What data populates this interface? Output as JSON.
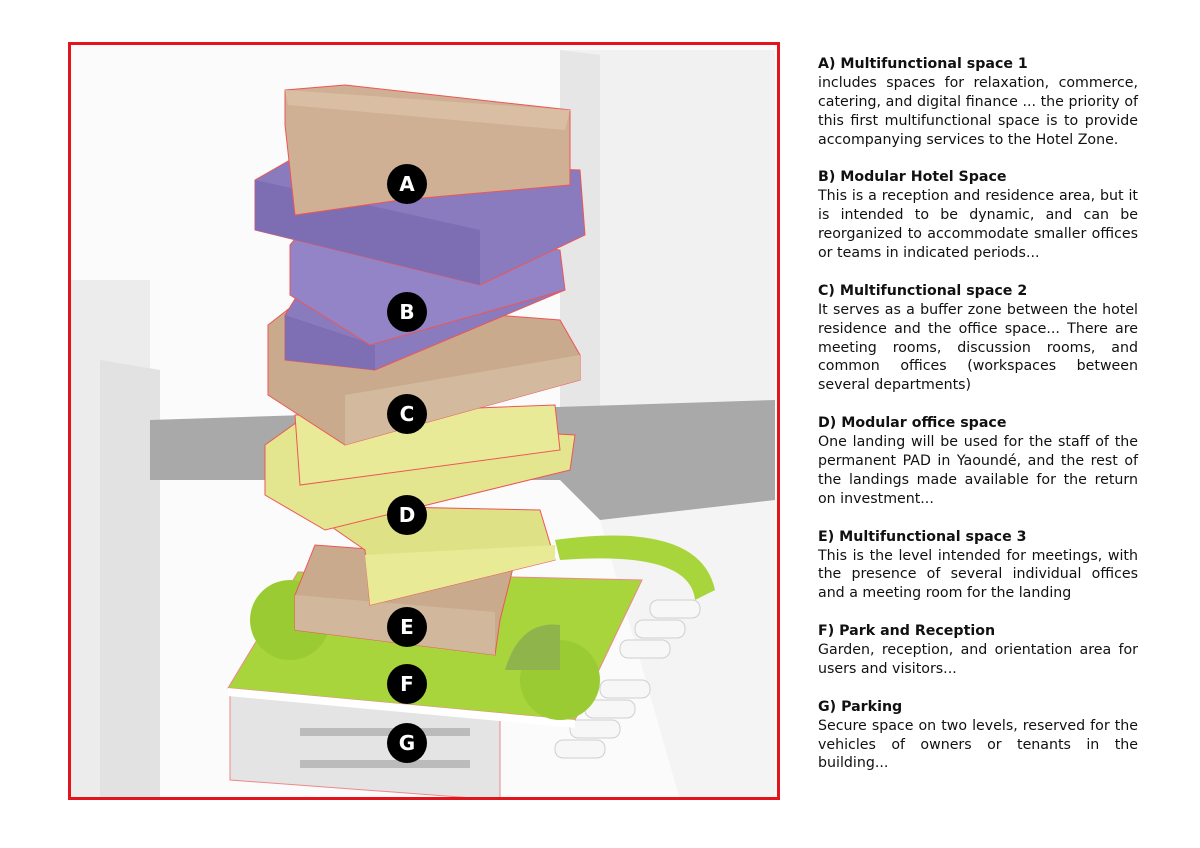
{
  "colors": {
    "frame": "#e3141b",
    "brown": "#cfb094",
    "purple": "#8a7bbf",
    "yellow": "#e4e68f",
    "green": "#a8d43c",
    "label": "#000000"
  },
  "diagram": {
    "labels": [
      "A",
      "B",
      "C",
      "D",
      "E",
      "F",
      "G"
    ]
  },
  "legend": [
    {
      "title": "A) Multifunctional space 1",
      "text": "includes spaces for relaxation, commerce, catering, and digital finance ... the priority of this first multifunctional space is to provide accompanying services to the Hotel Zone."
    },
    {
      "title": "B) Modular Hotel Space",
      "text": "This is a reception and residence area, but it is intended to be dynamic, and can be reorganized to accommodate smaller offices or teams in indicated periods..."
    },
    {
      "title": "C) Multifunctional space 2",
      "text": "It serves as a buffer zone between the hotel residence and the office space... There are meeting rooms, discussion rooms, and common offices (workspaces between several departments)"
    },
    {
      "title": "D) Modular office space",
      "text": "One landing will be used for the staff of the permanent PAD in Yaoundé, and the rest of the landings made available for the return on investment..."
    },
    {
      "title": "E) Multifunctional space 3",
      "text": "This is the level intended for meetings, with the presence of several individual offices and a meeting room for the landing"
    },
    {
      "title": "F) Park and Reception",
      "text": "Garden, reception, and orientation area for users and visitors..."
    },
    {
      "title": "G) Parking",
      "text": "Secure space on two levels, reserved for the vehicles of owners or tenants in the building..."
    }
  ]
}
